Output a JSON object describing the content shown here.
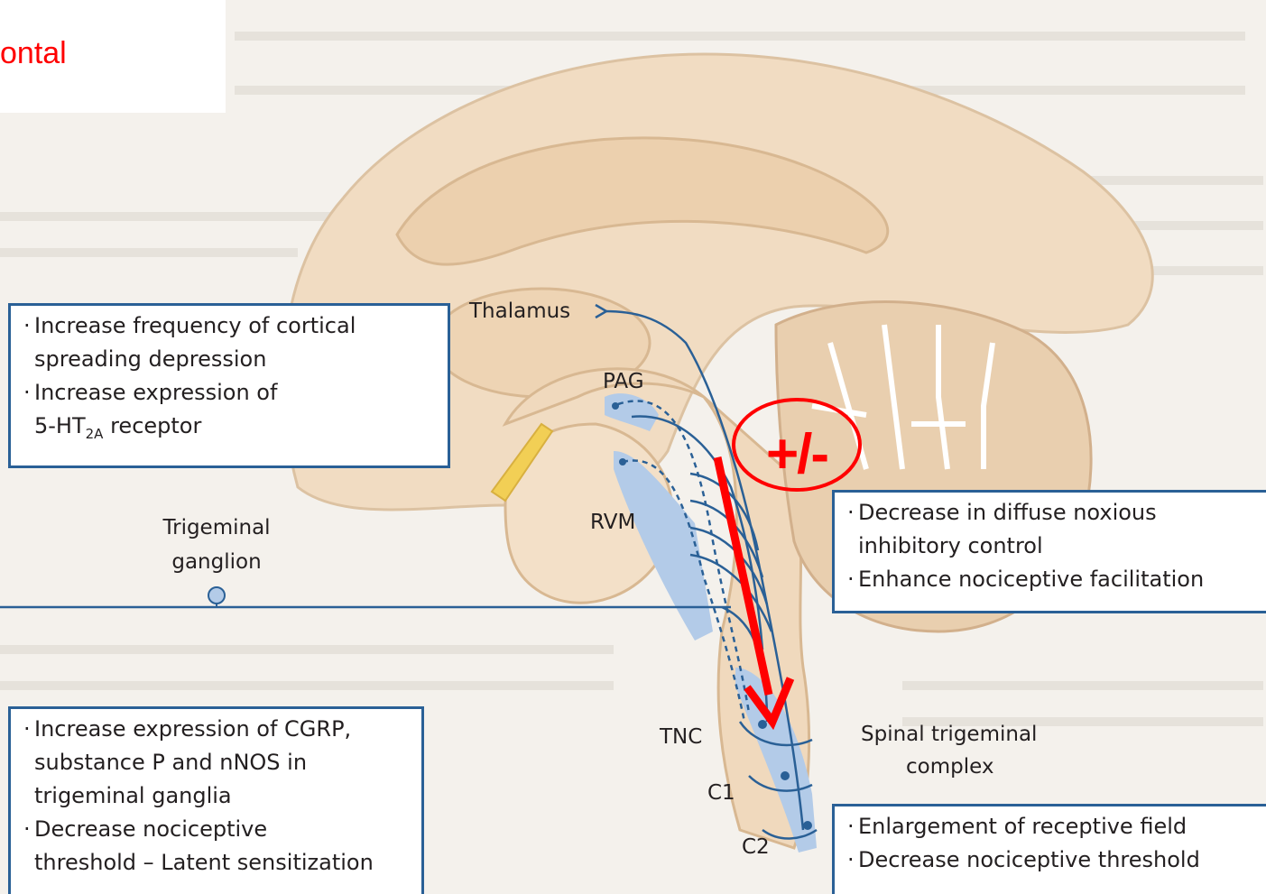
{
  "corner_label": "ontal",
  "labels": {
    "thalamus": "Thalamus",
    "pag": "PAG",
    "rvm": "RVM",
    "tnc": "TNC",
    "c1": "C1",
    "c2": "C2",
    "trigeminal_ganglion_line1": "Trigeminal",
    "trigeminal_ganglion_line2": "ganglion",
    "spinal_complex_line1": "Spinal trigeminal",
    "spinal_complex_line2": "complex"
  },
  "modulation_symbol": "+/-",
  "boxes": {
    "cortical": [
      "Increase frequency of cortical",
      "spreading depression",
      "Increase expression of",
      "5-HT",
      "2A",
      "receptor"
    ],
    "ganglion": [
      "Increase expression of CGRP,",
      "substance P and nNOS in",
      "trigeminal ganglia",
      "Decrease nociceptive",
      "threshold – Latent sensitization"
    ],
    "brainstem": [
      "Decrease in diffuse noxious",
      "inhibitory control",
      "Enhance nociceptive facilitation"
    ],
    "spinal": [
      "Enlargement of receptive field",
      "Decrease nociceptive threshold"
    ]
  },
  "colors": {
    "pathway": "#2a6096",
    "brain": "#f1dcc2",
    "highlight": "#ff0000",
    "nucleus": "#b3cbe8"
  }
}
